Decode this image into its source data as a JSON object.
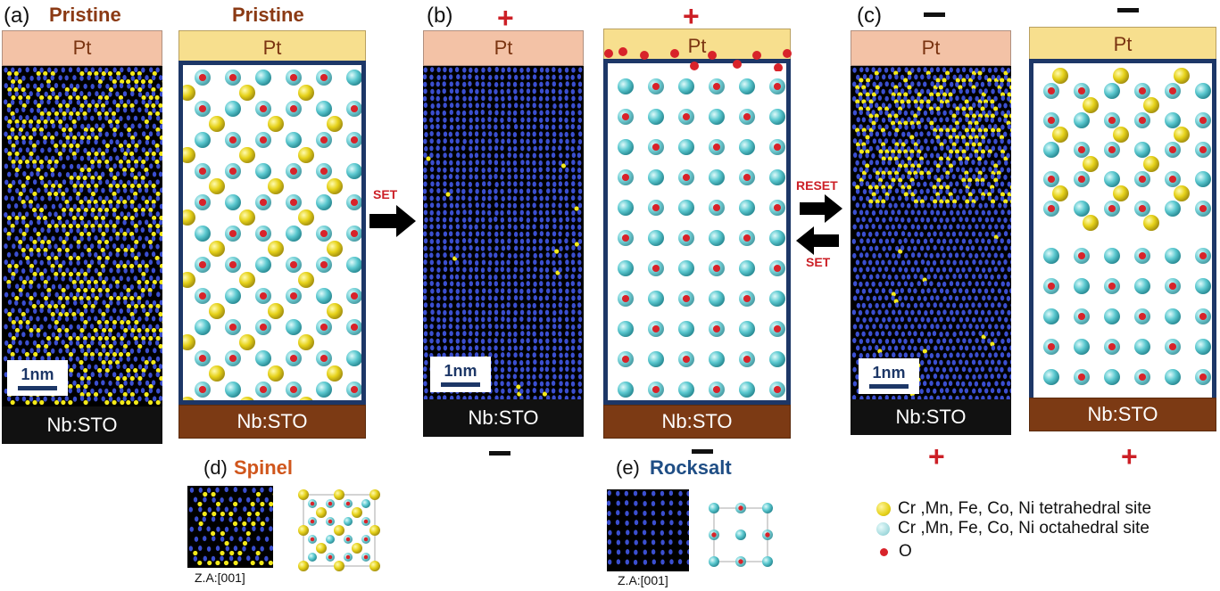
{
  "panels": {
    "a": {
      "label": "(a)",
      "title_stem": "Pristine",
      "title_model": "Pristine",
      "top_electrode": "Pt",
      "bottom_electrode": "Nb:STO",
      "scalebar": "1nm"
    },
    "b": {
      "label": "(b)",
      "top_sign": "+",
      "bottom_sign": "−",
      "top_electrode": "Pt",
      "bottom_electrode": "Nb:STO",
      "scalebar": "1nm"
    },
    "c": {
      "label": "(c)",
      "top_sign": "−",
      "bottom_sign": "+",
      "top_electrode": "Pt",
      "bottom_electrode": "Nb:STO",
      "scalebar": "1nm"
    },
    "d": {
      "label": "(d)",
      "title": "Spinel",
      "zone_axis": "Z.A:[001]"
    },
    "e": {
      "label": "(e)",
      "title": "Rocksalt",
      "zone_axis": "Z.A:[001]"
    }
  },
  "arrows": {
    "set_forward": "SET",
    "reset": "RESET",
    "set_back": "SET"
  },
  "colors": {
    "tetrahedral": "#e6d21a",
    "octahedral": "#5cc9d0",
    "oxygen": "#d8232a",
    "title_spinel": "#d0561c",
    "title_rocksalt": "#1f4e85",
    "plus_sign": "#cc1f26"
  },
  "legend": [
    {
      "icon": "yellow-sphere",
      "label": "Cr ,Mn, Fe, Co, Ni tetrahedral site"
    },
    {
      "icon": "cyan-sphere",
      "label": "Cr ,Mn, Fe, Co, Ni octahedral site"
    },
    {
      "icon": "red-sphere",
      "label": "O"
    }
  ]
}
